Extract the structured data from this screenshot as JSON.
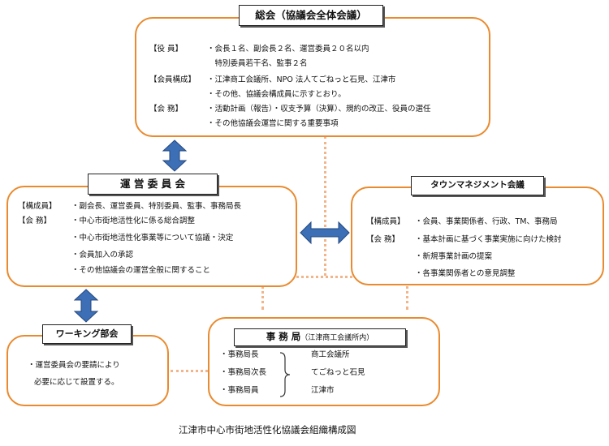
{
  "general_assembly": {
    "title": "総会（協議会全体会議）",
    "rows": [
      {
        "label": "【役 員】",
        "text": "・会長１名、副会長２名、運営委員２０名以内"
      },
      {
        "label": "",
        "text": "　特別委員若干名、監事２名"
      },
      {
        "label": "【会員構成】",
        "text": "・江津商工会議所、NPO 法人てごねっと石見、江津市"
      },
      {
        "label": "",
        "text": "・その他、協議会構成員に示すとおり。"
      },
      {
        "label": "【会 務】",
        "text": "・活動計画（報告）・収支予算（決算）、規約の改正、役員の選任"
      },
      {
        "label": "",
        "text": "・その他協議会運営に関する重要事項"
      }
    ]
  },
  "steering_committee": {
    "title": "運 営 委 員 会",
    "rows": [
      {
        "label": "【構成員】",
        "text": "・副会長、運営委員、特別委員、監事、事務局長"
      },
      {
        "label": "【会 務】",
        "text": "・中心市街地活性化に係る総合調整"
      },
      {
        "label": "",
        "text": "・中心市街地活性化事業等について協議・決定"
      },
      {
        "label": "",
        "text": "・会員加入の承認"
      },
      {
        "label": "",
        "text": "・その他協議会の運営全般に関すること"
      }
    ]
  },
  "town_management": {
    "title": "タウンマネジメント会議",
    "rows": [
      {
        "label": "【構成員】",
        "text": "・会員、事業関係者、行政、TM、事務局"
      },
      {
        "label": "【会 務】",
        "text": "・基本計画に基づく事業実施に向けた検討"
      },
      {
        "label": "",
        "text": "・新規事業計画の提案"
      },
      {
        "label": "",
        "text": "・各事業関係者との意見調整"
      }
    ]
  },
  "working_group": {
    "title": "ワーキング部会",
    "line1": "・運営委員会の要請により",
    "line2": "必要に応じて設置する。"
  },
  "secretariat": {
    "title": "事 務 局",
    "subtitle": "（江津商工会議所内）",
    "roles": [
      "・事務局長",
      "・事務局次長",
      "・事務局員"
    ],
    "orgs": [
      "商工会議所",
      "てごねっと石見",
      "江津市"
    ]
  },
  "caption": "江津市中心市街地活性化協議会組織構成図",
  "colors": {
    "box_border": "#e98a2e",
    "connector": "#f2b58a",
    "arrow_fill": "#3d6fb6"
  }
}
